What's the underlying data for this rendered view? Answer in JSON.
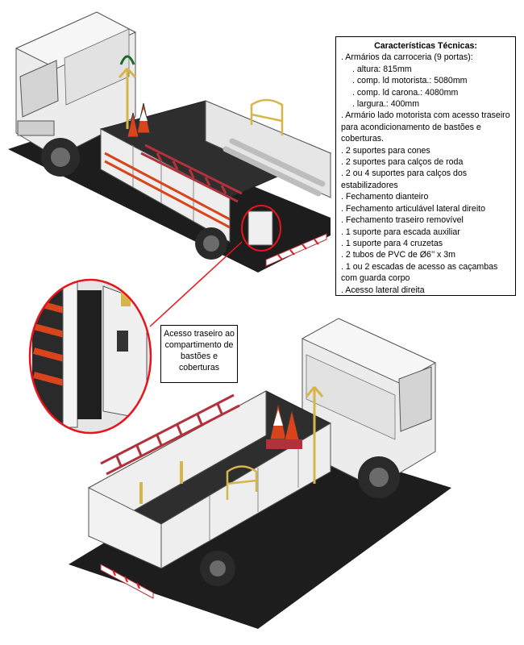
{
  "spec": {
    "title": "Características Técnicas:",
    "lines": [
      ". Armários da carroceria (9 portas):",
      ". altura: 815mm",
      ". comp. ld motorista.: 5080mm",
      ". comp. ld carona.: 4080mm",
      ". largura.: 400mm",
      ". Armário lado motorista com acesso traseiro para acondicionamento de bastões e coberturas.",
      ". 2 suportes para cones",
      ". 2 suportes para calços de roda",
      ". 2 ou 4 suportes para calços dos estabilizadores",
      ". Fechamento dianteiro",
      ". Fechamento articulável lateral direito",
      ". Fechamento traseiro removível",
      ". 1 suporte para escada auxiliar",
      ". 1 suporte para 4 cruzetas",
      ". 2 tubos de PVC de Ø6’’ x 3m",
      ". 1 ou 2 escadas de acesso as caçambas com guarda corpo",
      ". Acesso lateral direita"
    ]
  },
  "callout": {
    "text": "Acesso traseiro ao compartimento de bastões e coberturas"
  },
  "colors": {
    "highlight": "#e8141c",
    "cab": "#e9e9e9",
    "body": "#f2f2f2",
    "ground": "#1d1d1d",
    "ladder": "#b2323c",
    "cone": "#d9441c",
    "frame": "#2b2b2b",
    "mast": "#d6b64a"
  }
}
